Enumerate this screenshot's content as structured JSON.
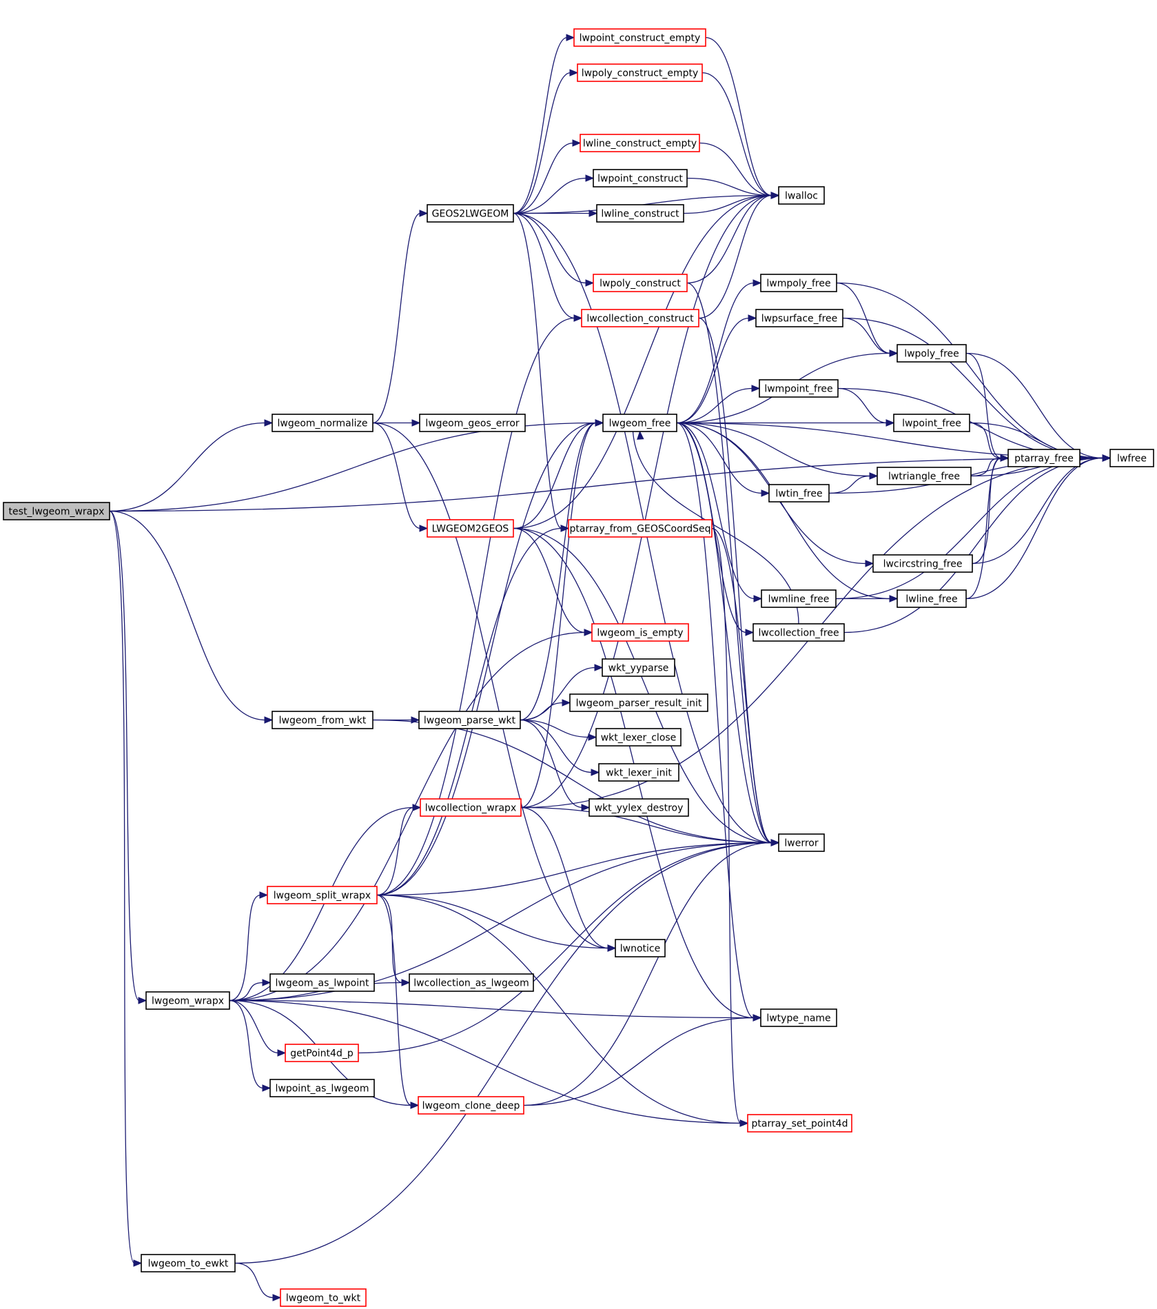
{
  "graph": {
    "title": "",
    "colors": {
      "edge": "#191970",
      "external_node_border": "#ff0000",
      "node_border": "#000000",
      "root_fill": "#bfbfbf"
    },
    "nodes": [
      {
        "id": "test_lwgeom_wrapx",
        "label": "test_lwgeom_wrapx",
        "style": "root"
      },
      {
        "id": "lwgeom_normalize",
        "label": "lwgeom_normalize",
        "style": "normal"
      },
      {
        "id": "GEOS2LWGEOM",
        "label": "GEOS2LWGEOM",
        "style": "normal"
      },
      {
        "id": "lwpoint_construct_empty",
        "label": "lwpoint_construct_empty",
        "style": "red"
      },
      {
        "id": "lwpoly_construct_empty",
        "label": "lwpoly_construct_empty",
        "style": "red"
      },
      {
        "id": "lwline_construct_empty",
        "label": "lwline_construct_empty",
        "style": "red"
      },
      {
        "id": "lwpoint_construct",
        "label": "lwpoint_construct",
        "style": "normal"
      },
      {
        "id": "lwline_construct",
        "label": "lwline_construct",
        "style": "normal"
      },
      {
        "id": "lwpoly_construct",
        "label": "lwpoly_construct",
        "style": "red"
      },
      {
        "id": "lwcollection_construct",
        "label": "lwcollection_construct",
        "style": "red"
      },
      {
        "id": "lwalloc",
        "label": "lwalloc",
        "style": "normal"
      },
      {
        "id": "lwgeom_geos_error",
        "label": "lwgeom_geos_error",
        "style": "normal"
      },
      {
        "id": "lwgeom_free",
        "label": "lwgeom_free",
        "style": "normal"
      },
      {
        "id": "LWGEOM2GEOS",
        "label": "LWGEOM2GEOS",
        "style": "red"
      },
      {
        "id": "ptarray_from_GEOSCoordSeq",
        "label": "ptarray_from_GEOSCoordSeq",
        "style": "red"
      },
      {
        "id": "lwgeom_is_empty",
        "label": "lwgeom_is_empty",
        "style": "red"
      },
      {
        "id": "lwmpoly_free",
        "label": "lwmpoly_free",
        "style": "normal"
      },
      {
        "id": "lwpsurface_free",
        "label": "lwpsurface_free",
        "style": "normal"
      },
      {
        "id": "lwpoly_free",
        "label": "lwpoly_free",
        "style": "normal"
      },
      {
        "id": "lwmpoint_free",
        "label": "lwmpoint_free",
        "style": "normal"
      },
      {
        "id": "lwpoint_free",
        "label": "lwpoint_free",
        "style": "normal"
      },
      {
        "id": "ptarray_free",
        "label": "ptarray_free",
        "style": "normal"
      },
      {
        "id": "lwfree",
        "label": "lwfree",
        "style": "normal"
      },
      {
        "id": "lwtriangle_free",
        "label": "lwtriangle_free",
        "style": "normal"
      },
      {
        "id": "lwtin_free",
        "label": "lwtin_free",
        "style": "normal"
      },
      {
        "id": "lwcircstring_free",
        "label": "lwcircstring_free",
        "style": "normal"
      },
      {
        "id": "lwmline_free",
        "label": "lwmline_free",
        "style": "normal"
      },
      {
        "id": "lwline_free",
        "label": "lwline_free",
        "style": "normal"
      },
      {
        "id": "lwcollection_free",
        "label": "lwcollection_free",
        "style": "normal"
      },
      {
        "id": "wkt_yyparse",
        "label": "wkt_yyparse",
        "style": "normal"
      },
      {
        "id": "lwgeom_from_wkt",
        "label": "lwgeom_from_wkt",
        "style": "normal"
      },
      {
        "id": "lwgeom_parse_wkt",
        "label": "lwgeom_parse_wkt",
        "style": "normal"
      },
      {
        "id": "lwgeom_parser_result_init",
        "label": "lwgeom_parser_result_init",
        "style": "normal"
      },
      {
        "id": "wkt_lexer_close",
        "label": "wkt_lexer_close",
        "style": "normal"
      },
      {
        "id": "wkt_lexer_init",
        "label": "wkt_lexer_init",
        "style": "normal"
      },
      {
        "id": "wkt_yylex_destroy",
        "label": "wkt_yylex_destroy",
        "style": "normal"
      },
      {
        "id": "lwcollection_wrapx",
        "label": "lwcollection_wrapx",
        "style": "red"
      },
      {
        "id": "lwerror",
        "label": "lwerror",
        "style": "normal"
      },
      {
        "id": "lwgeom_split_wrapx",
        "label": "lwgeom_split_wrapx",
        "style": "red"
      },
      {
        "id": "lwnotice",
        "label": "lwnotice",
        "style": "normal"
      },
      {
        "id": "lwgeom_wrapx",
        "label": "lwgeom_wrapx",
        "style": "normal"
      },
      {
        "id": "lwgeom_as_lwpoint",
        "label": "lwgeom_as_lwpoint",
        "style": "normal"
      },
      {
        "id": "lwcollection_as_lwgeom",
        "label": "lwcollection_as_lwgeom",
        "style": "normal"
      },
      {
        "id": "getPoint4d_p",
        "label": "getPoint4d_p",
        "style": "red"
      },
      {
        "id": "lwtype_name",
        "label": "lwtype_name",
        "style": "normal"
      },
      {
        "id": "lwpoint_as_lwgeom",
        "label": "lwpoint_as_lwgeom",
        "style": "normal"
      },
      {
        "id": "lwgeom_clone_deep",
        "label": "lwgeom_clone_deep",
        "style": "red"
      },
      {
        "id": "ptarray_set_point4d",
        "label": "ptarray_set_point4d",
        "style": "red"
      },
      {
        "id": "lwgeom_to_ewkt",
        "label": "lwgeom_to_ewkt",
        "style": "normal"
      },
      {
        "id": "lwgeom_to_wkt",
        "label": "lwgeom_to_wkt",
        "style": "red"
      }
    ],
    "edges": [
      [
        "test_lwgeom_wrapx",
        "lwgeom_normalize"
      ],
      [
        "test_lwgeom_wrapx",
        "lwfree"
      ],
      [
        "test_lwgeom_wrapx",
        "lwgeom_free"
      ],
      [
        "test_lwgeom_wrapx",
        "lwgeom_from_wkt"
      ],
      [
        "test_lwgeom_wrapx",
        "lwgeom_wrapx"
      ],
      [
        "test_lwgeom_wrapx",
        "lwgeom_to_ewkt"
      ],
      [
        "lwgeom_normalize",
        "GEOS2LWGEOM"
      ],
      [
        "lwgeom_normalize",
        "lwgeom_geos_error"
      ],
      [
        "lwgeom_normalize",
        "LWGEOM2GEOS"
      ],
      [
        "lwgeom_normalize",
        "lwnotice"
      ],
      [
        "GEOS2LWGEOM",
        "lwpoint_construct_empty"
      ],
      [
        "GEOS2LWGEOM",
        "lwpoly_construct_empty"
      ],
      [
        "GEOS2LWGEOM",
        "lwalloc"
      ],
      [
        "GEOS2LWGEOM",
        "lwline_construct_empty"
      ],
      [
        "GEOS2LWGEOM",
        "lwpoint_construct"
      ],
      [
        "GEOS2LWGEOM",
        "lwline_construct"
      ],
      [
        "GEOS2LWGEOM",
        "lwpoly_construct"
      ],
      [
        "GEOS2LWGEOM",
        "lwcollection_construct"
      ],
      [
        "GEOS2LWGEOM",
        "ptarray_from_GEOSCoordSeq"
      ],
      [
        "GEOS2LWGEOM",
        "lwerror"
      ],
      [
        "lwpoint_construct_empty",
        "lwalloc"
      ],
      [
        "lwpoly_construct_empty",
        "lwalloc"
      ],
      [
        "lwline_construct_empty",
        "lwalloc"
      ],
      [
        "lwpoint_construct",
        "lwalloc"
      ],
      [
        "lwline_construct",
        "lwalloc"
      ],
      [
        "lwpoly_construct",
        "lwalloc"
      ],
      [
        "lwpoly_construct",
        "lwerror"
      ],
      [
        "lwcollection_construct",
        "lwalloc"
      ],
      [
        "lwcollection_construct",
        "lwerror"
      ],
      [
        "lwgeom_free",
        "lwmpoly_free"
      ],
      [
        "lwgeom_free",
        "lwpsurface_free"
      ],
      [
        "lwgeom_free",
        "lwpoly_free"
      ],
      [
        "lwgeom_free",
        "lwmpoint_free"
      ],
      [
        "lwgeom_free",
        "lwpoint_free"
      ],
      [
        "lwgeom_free",
        "lwtriangle_free"
      ],
      [
        "lwgeom_free",
        "lwtin_free"
      ],
      [
        "lwgeom_free",
        "lwcircstring_free"
      ],
      [
        "lwgeom_free",
        "lwmline_free"
      ],
      [
        "lwgeom_free",
        "lwline_free"
      ],
      [
        "lwgeom_free",
        "lwcollection_free"
      ],
      [
        "lwgeom_free",
        "lwerror"
      ],
      [
        "lwgeom_free",
        "lwtype_name"
      ],
      [
        "lwgeom_free",
        "lwfree"
      ],
      [
        "lwmpoly_free",
        "lwpoly_free"
      ],
      [
        "lwmpoly_free",
        "lwfree"
      ],
      [
        "lwpsurface_free",
        "lwpoly_free"
      ],
      [
        "lwpsurface_free",
        "lwfree"
      ],
      [
        "lwpoly_free",
        "ptarray_free"
      ],
      [
        "lwpoly_free",
        "lwfree"
      ],
      [
        "lwmpoint_free",
        "lwpoint_free"
      ],
      [
        "lwmpoint_free",
        "lwfree"
      ],
      [
        "lwpoint_free",
        "ptarray_free"
      ],
      [
        "lwpoint_free",
        "lwfree"
      ],
      [
        "ptarray_free",
        "lwfree"
      ],
      [
        "lwtriangle_free",
        "ptarray_free"
      ],
      [
        "lwtriangle_free",
        "lwfree"
      ],
      [
        "lwtin_free",
        "lwtriangle_free"
      ],
      [
        "lwtin_free",
        "lwfree"
      ],
      [
        "lwcircstring_free",
        "ptarray_free"
      ],
      [
        "lwcircstring_free",
        "lwfree"
      ],
      [
        "lwmline_free",
        "lwline_free"
      ],
      [
        "lwmline_free",
        "lwfree"
      ],
      [
        "lwline_free",
        "ptarray_free"
      ],
      [
        "lwline_free",
        "lwfree"
      ],
      [
        "lwcollection_free",
        "lwgeom_free"
      ],
      [
        "lwcollection_free",
        "lwfree"
      ],
      [
        "LWGEOM2GEOS",
        "lwalloc"
      ],
      [
        "LWGEOM2GEOS",
        "lwgeom_free"
      ],
      [
        "LWGEOM2GEOS",
        "lwgeom_is_empty"
      ],
      [
        "LWGEOM2GEOS",
        "lwerror"
      ],
      [
        "LWGEOM2GEOS",
        "lwtype_name"
      ],
      [
        "ptarray_from_GEOSCoordSeq",
        "ptarray_set_point4d"
      ],
      [
        "ptarray_from_GEOSCoordSeq",
        "lwerror"
      ],
      [
        "lwgeom_from_wkt",
        "lwgeom_parse_wkt"
      ],
      [
        "lwgeom_from_wkt",
        "lwerror"
      ],
      [
        "lwgeom_parse_wkt",
        "wkt_yyparse"
      ],
      [
        "lwgeom_parse_wkt",
        "lwgeom_parser_result_init"
      ],
      [
        "lwgeom_parse_wkt",
        "wkt_lexer_close"
      ],
      [
        "lwgeom_parse_wkt",
        "wkt_lexer_init"
      ],
      [
        "lwgeom_parse_wkt",
        "wkt_yylex_destroy"
      ],
      [
        "lwgeom_parse_wkt",
        "lwgeom_free"
      ],
      [
        "lwcollection_wrapx",
        "lwalloc"
      ],
      [
        "lwcollection_wrapx",
        "lwgeom_free"
      ],
      [
        "lwcollection_wrapx",
        "lwerror"
      ],
      [
        "lwcollection_wrapx",
        "lwfree"
      ],
      [
        "lwcollection_wrapx",
        "lwnotice"
      ],
      [
        "lwgeom_split_wrapx",
        "lwcollection_construct"
      ],
      [
        "lwgeom_split_wrapx",
        "lwgeom_free"
      ],
      [
        "lwgeom_split_wrapx",
        "ptarray_from_GEOSCoordSeq"
      ],
      [
        "lwgeom_split_wrapx",
        "lwcollection_wrapx"
      ],
      [
        "lwgeom_split_wrapx",
        "lwerror"
      ],
      [
        "lwgeom_split_wrapx",
        "lwnotice"
      ],
      [
        "lwgeom_split_wrapx",
        "lwcollection_as_lwgeom"
      ],
      [
        "lwgeom_split_wrapx",
        "lwgeom_clone_deep"
      ],
      [
        "lwgeom_split_wrapx",
        "ptarray_set_point4d"
      ],
      [
        "lwgeom_wrapx",
        "lwgeom_is_empty"
      ],
      [
        "lwgeom_wrapx",
        "lwcollection_wrapx"
      ],
      [
        "lwgeom_wrapx",
        "lwgeom_split_wrapx"
      ],
      [
        "lwgeom_wrapx",
        "lwcollection_as_lwgeom"
      ],
      [
        "lwgeom_wrapx",
        "lwgeom_as_lwpoint"
      ],
      [
        "lwgeom_wrapx",
        "lwerror"
      ],
      [
        "lwgeom_wrapx",
        "getPoint4d_p"
      ],
      [
        "lwgeom_wrapx",
        "lwpoint_as_lwgeom"
      ],
      [
        "lwgeom_wrapx",
        "lwgeom_clone_deep"
      ],
      [
        "lwgeom_wrapx",
        "lwtype_name"
      ],
      [
        "lwgeom_wrapx",
        "ptarray_set_point4d"
      ],
      [
        "getPoint4d_p",
        "lwerror"
      ],
      [
        "lwgeom_clone_deep",
        "lwerror"
      ],
      [
        "lwgeom_clone_deep",
        "lwtype_name"
      ],
      [
        "lwgeom_to_ewkt",
        "lwgeom_to_wkt"
      ],
      [
        "lwgeom_to_ewkt",
        "lwerror"
      ]
    ]
  }
}
